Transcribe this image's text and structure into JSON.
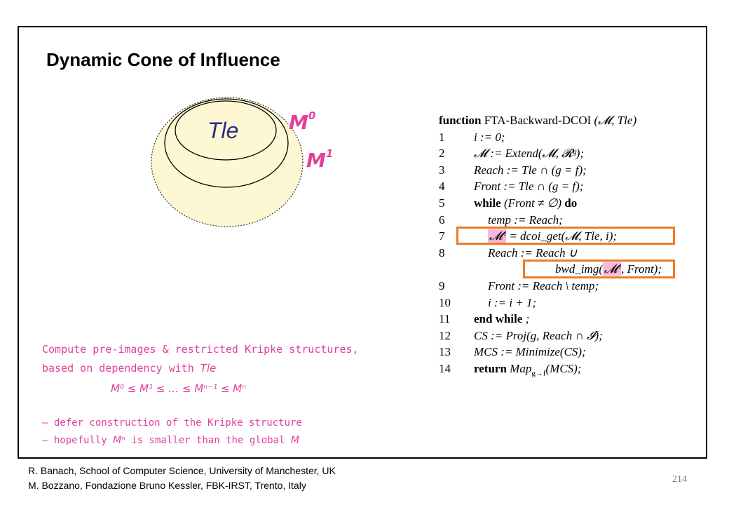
{
  "slide": {
    "title": "Dynamic Cone of Influence"
  },
  "diagram": {
    "tle_label": "Tle",
    "m0_label": "M",
    "m0_sup": "0",
    "m1_label": "M",
    "m1_sup": "1",
    "colors": {
      "fill": "#fdf8d3",
      "label": "#e0419a",
      "tle": "#2a2a8a"
    }
  },
  "algorithm": {
    "header_kw": "function",
    "header_name": "FTA-Backward-DCOI",
    "header_args": "(𝓜, Tle)",
    "lines": [
      {
        "num": "1",
        "text": "i := 0;"
      },
      {
        "num": "2",
        "text": "𝓜 := Extend(𝓜, 𝓡ᵍ);"
      },
      {
        "num": "3",
        "text": "Reach := Tle ∩ (g = f);"
      },
      {
        "num": "4",
        "text": "Front := Tle ∩ (g = f);"
      },
      {
        "num": "5",
        "kw": "while",
        "text": "(Front ≠ ∅)",
        "kw2": "do"
      },
      {
        "num": "6",
        "text": "temp := Reach;"
      },
      {
        "num": "7",
        "hl": "𝓜ⁱ",
        "text": " = dcoi_get(𝓜, Tle, i);"
      },
      {
        "num": "8",
        "text": "Reach := Reach ∪"
      },
      {
        "num": "",
        "text": "bwd_img(",
        "hl": "𝓜ⁱ",
        "text2": ", Front);"
      },
      {
        "num": "9",
        "text": "Front := Reach \\ temp;"
      },
      {
        "num": "10",
        "text": "i := i + 1;"
      },
      {
        "num": "11",
        "kw": "end while",
        "text": ";"
      },
      {
        "num": "12",
        "text": "CS := Proj(g, Reach ∩ 𝓘);"
      },
      {
        "num": "13",
        "text": "MCS := Minimize(CS);"
      },
      {
        "num": "14",
        "kw": "return",
        "text": "Map",
        "sub": "g→f",
        "text2": "(MCS);"
      }
    ],
    "highlight_color": "#f7b8dc",
    "box_color": "#f07a22"
  },
  "notes": {
    "line1": "Compute pre-images & restricted Kripke structures,",
    "line2_prefix": "based on  dependency with ",
    "line2_italic": "Tle",
    "seq": "M⁰ ≤ M¹ ≤ … ≤ Mⁿ⁻¹ ≤ Mⁿ",
    "bullet1": "– defer construction of the Kripke structure",
    "bullet2_prefix": "– hopefully ",
    "bullet2_m": "Mⁿ",
    "bullet2_mid": " is smaller than the global ",
    "bullet2_end": "M"
  },
  "footer": {
    "line1": "R. Banach, School of  Computer  Science, University of Manchester,  UK",
    "line2": "M. Bozzano, Fondazione  Bruno Kessler, FBK-IRST, Trento, Italy",
    "page": "214"
  }
}
